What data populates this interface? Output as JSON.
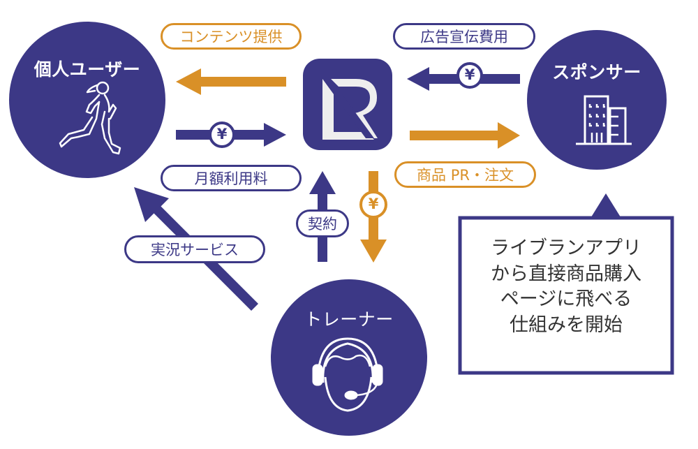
{
  "colors": {
    "primary": "#3c3886",
    "accent": "#d99027",
    "text_dark": "#333333",
    "white": "#ffffff"
  },
  "nodes": {
    "individual_user": {
      "label": "個人ユーザー",
      "icon": "runner-icon"
    },
    "sponsor": {
      "label": "スポンサー",
      "icon": "building-icon"
    },
    "trainer": {
      "label": "トレーナー",
      "icon": "headset-icon"
    },
    "app": {
      "icon": "liverun-logo",
      "logo_letters": "LR"
    }
  },
  "flows": {
    "content_provision": {
      "label": "コンテンツ提供",
      "direction": "app-to-user"
    },
    "monthly_fee": {
      "label": "月額利用料",
      "direction": "user-to-app",
      "currency_symbol": "¥"
    },
    "ad_fee": {
      "label": "広告宣伝費用",
      "direction": "sponsor-to-app",
      "currency_symbol": "¥"
    },
    "product_pr": {
      "label": "商品 PR・注文",
      "direction": "app-to-sponsor"
    },
    "contract": {
      "label": "契約",
      "direction": "trainer-to-app"
    },
    "trainer_payment": {
      "direction": "app-to-trainer",
      "currency_symbol": "¥"
    },
    "live_service": {
      "label": "実況サービス",
      "direction": "trainer-to-user"
    }
  },
  "callout": {
    "lines": [
      "ライブランアプリ",
      "から直接商品購入",
      "ページに飛べる",
      "仕組みを開始"
    ]
  }
}
